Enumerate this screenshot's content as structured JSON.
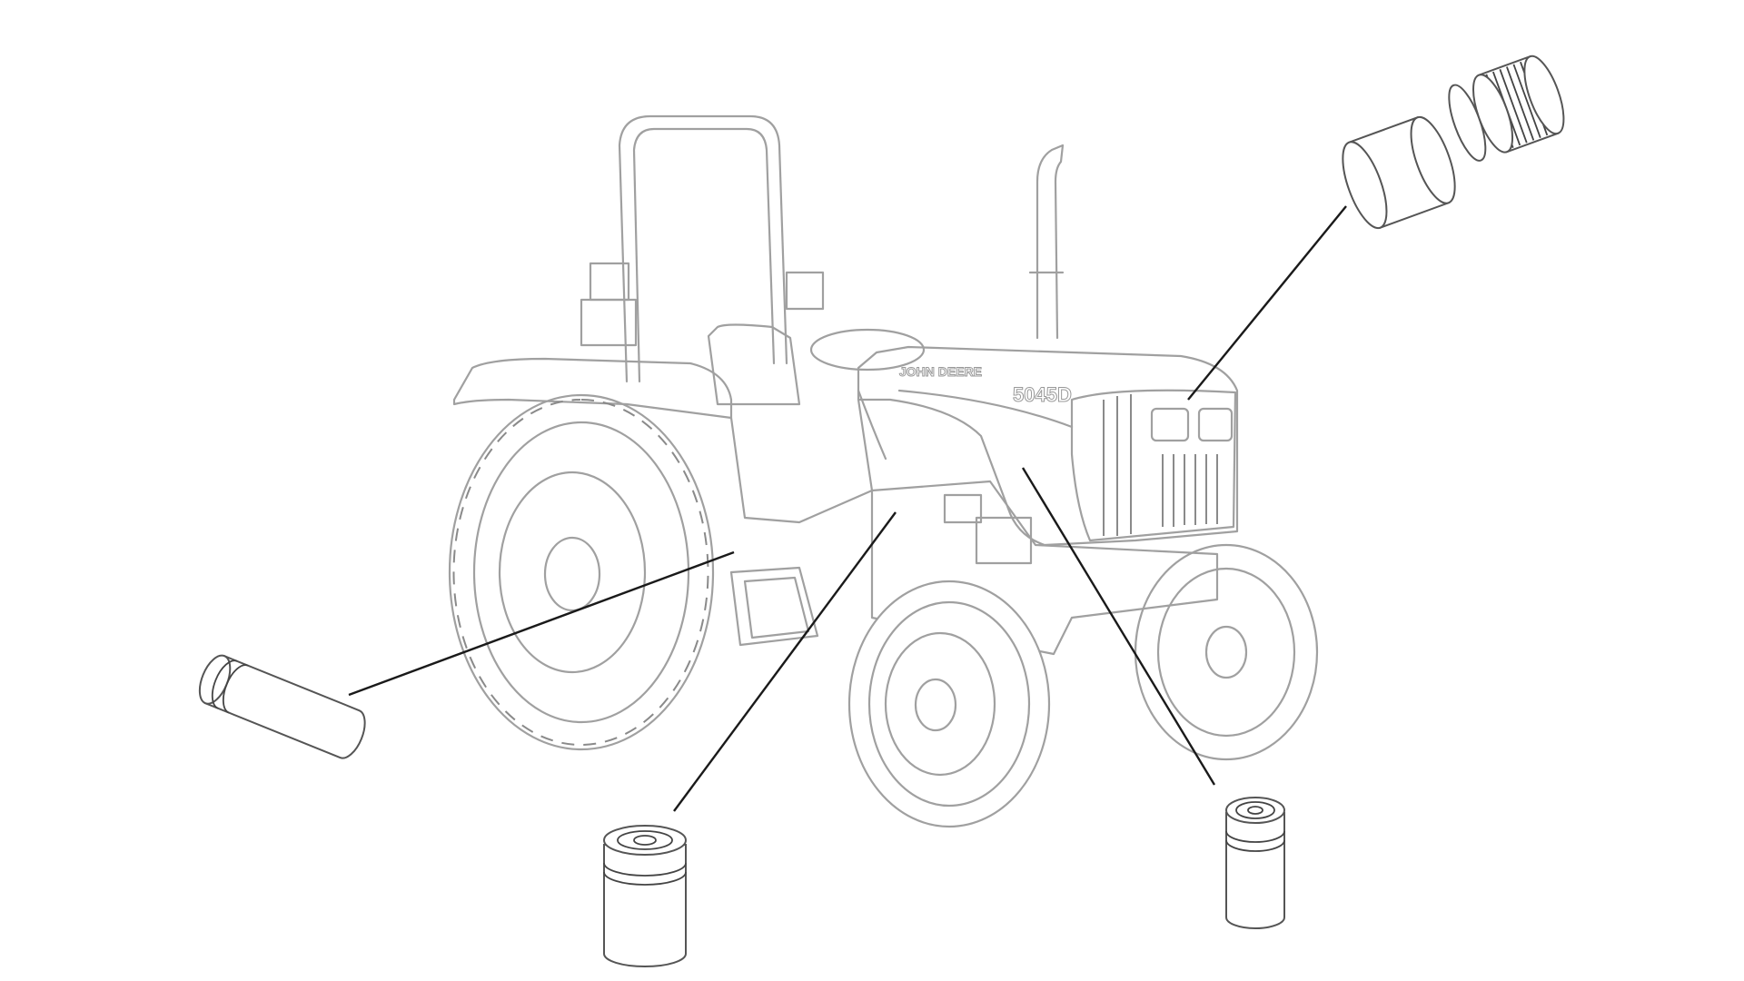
{
  "diagram": {
    "subject": "tractor",
    "logo_text": "JOHN DEERE",
    "model_badge": "5045D",
    "colors": {
      "drawing": "#a0a0a0",
      "callout": "#1a1a1a",
      "parts": "#555555"
    },
    "callouts": [
      {
        "part": "cylindrical-filter",
        "points_to": "side-panel"
      },
      {
        "part": "spin-on-filter",
        "points_to": "engine-side"
      },
      {
        "part": "spin-on-filter",
        "points_to": "hood-side"
      },
      {
        "part": "air-filter-elements",
        "points_to": "grille"
      }
    ]
  }
}
